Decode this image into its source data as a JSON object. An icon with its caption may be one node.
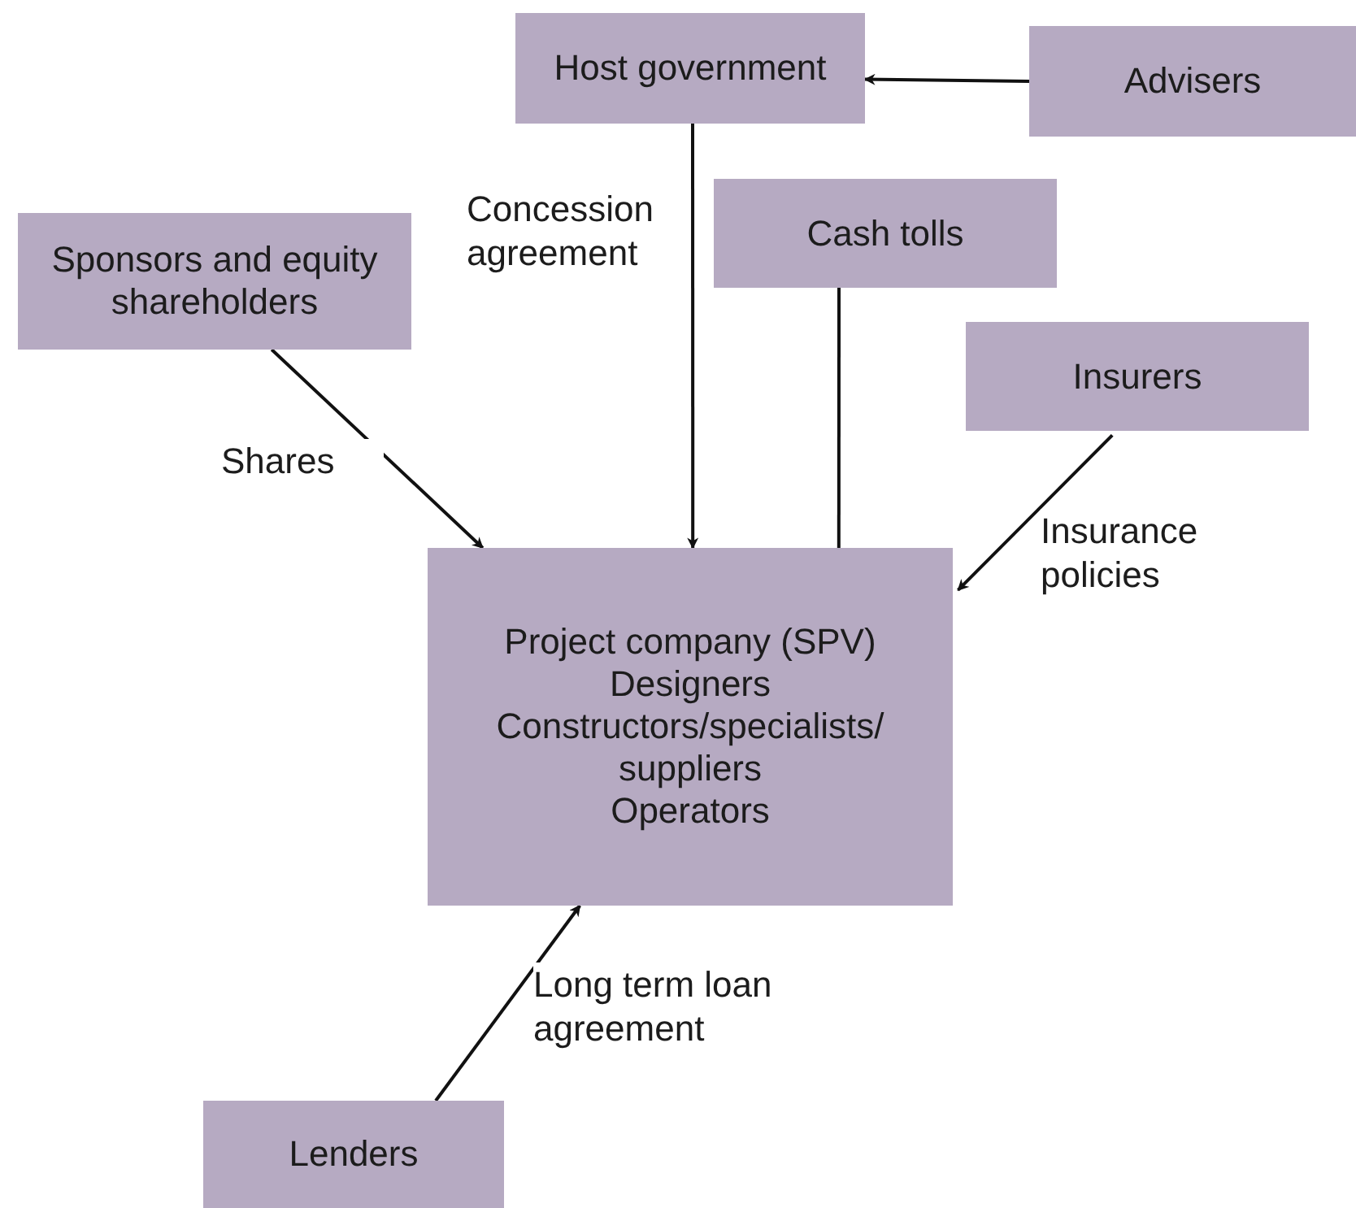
{
  "diagram": {
    "nodes": [
      {
        "text": [
          "Host government"
        ]
      },
      {
        "text": [
          "Advisers"
        ]
      },
      {
        "text": [
          "Sponsors and equity shareholders"
        ]
      },
      {
        "text": [
          "Cash tolls"
        ]
      },
      {
        "text": [
          "Insurers"
        ]
      },
      {
        "text": [
          "Project company (SPV)",
          "Designers",
          "Constructors/specialists/ suppliers",
          "Operators"
        ]
      },
      {
        "text": [
          "Lenders"
        ]
      }
    ],
    "edges": [
      {
        "from": 1,
        "to": 0,
        "arrow": "to"
      },
      {
        "from": 0,
        "to": 5,
        "arrow": "to",
        "label": "Concession agreement"
      },
      {
        "from": 3,
        "to": 5,
        "arrow": "none"
      },
      {
        "from": 2,
        "to": 5,
        "arrow": "to",
        "label": "Shares"
      },
      {
        "from": 4,
        "to": 5,
        "arrow": "to",
        "label": "Insurance policies"
      },
      {
        "from": 6,
        "to": 5,
        "arrow": "to",
        "label": "Long term loan agreement"
      }
    ]
  }
}
